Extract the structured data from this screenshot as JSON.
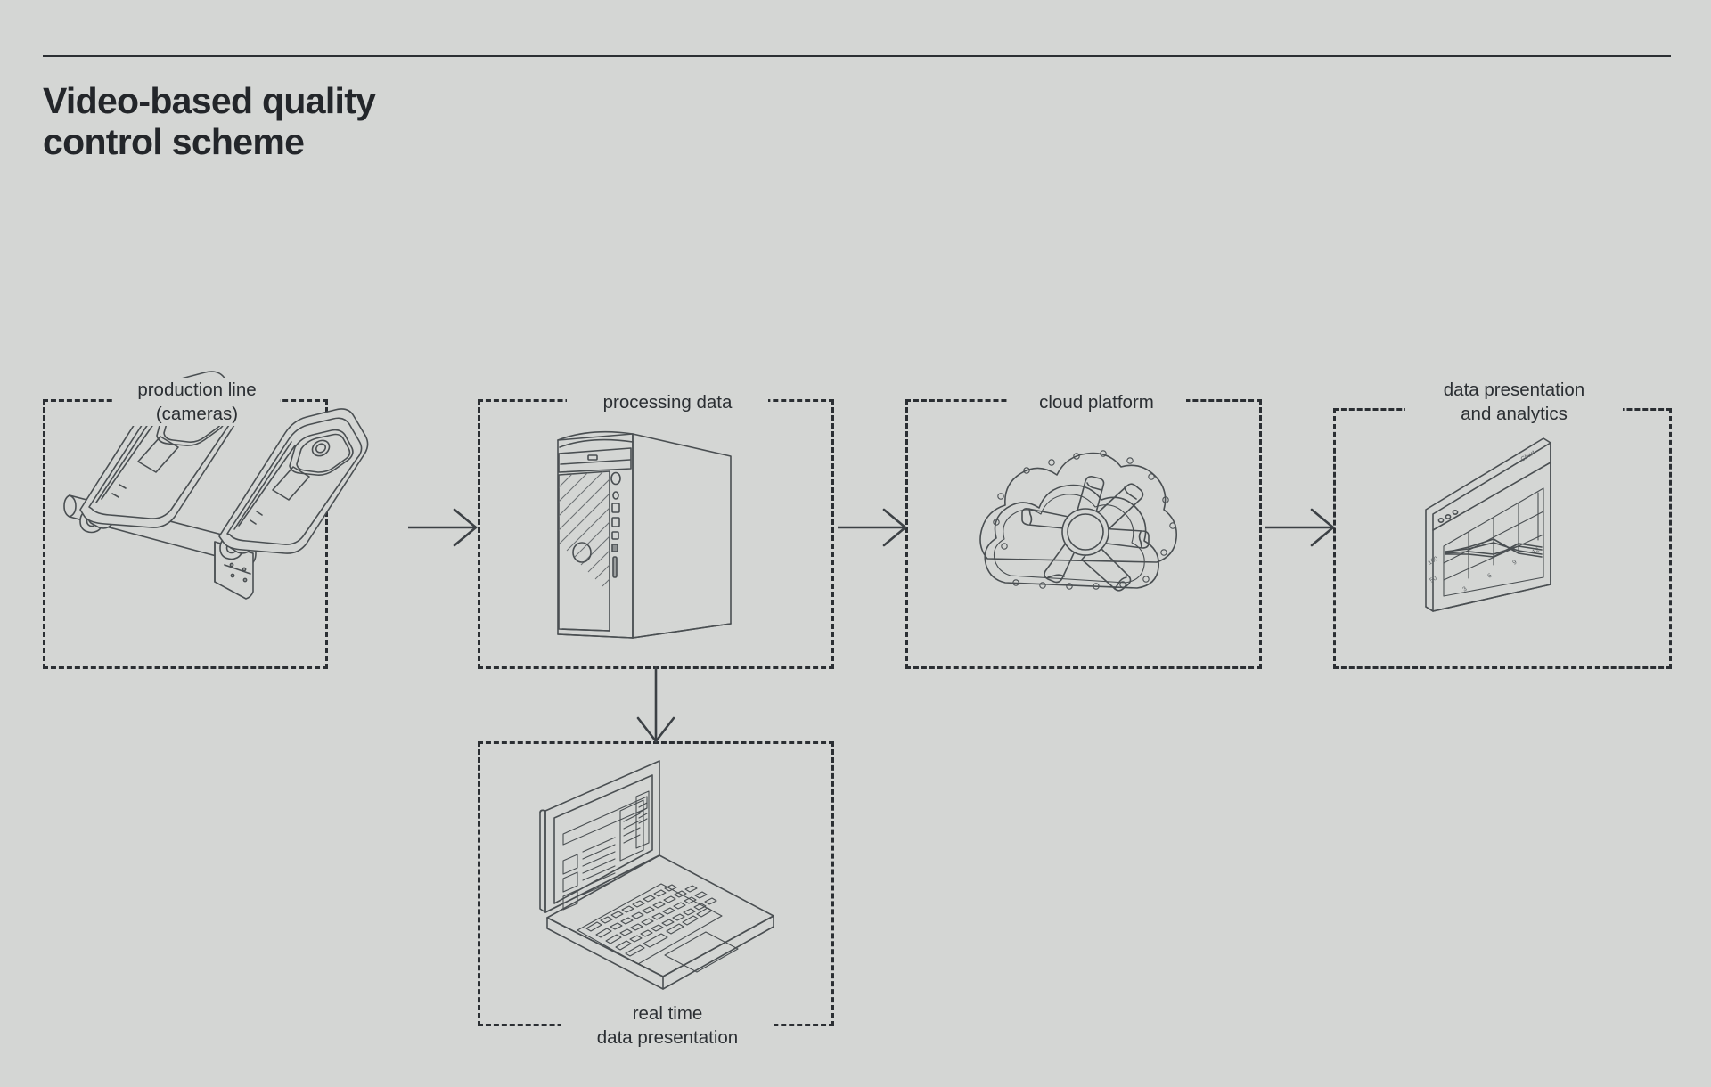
{
  "header": {
    "title_line1": "Video-based quality",
    "title_line2": "control scheme"
  },
  "colors": {
    "background": "#d4d6d4",
    "ink": "#2b2f33",
    "illustration_stroke": "#4a4f52"
  },
  "diagram": {
    "type": "flow-diagram",
    "stages": [
      {
        "id": "production-line",
        "label_line1": "production line",
        "label_line2": "(cameras)",
        "icon": "security-cameras-icon"
      },
      {
        "id": "processing-data",
        "label_line1": "processing data",
        "label_line2": "",
        "icon": "desktop-tower-icon"
      },
      {
        "id": "cloud-platform",
        "label_line1": "cloud platform",
        "label_line2": "",
        "icon": "cloud-vault-icon"
      },
      {
        "id": "data-presentation-analytics",
        "label_line1": "data presentation",
        "label_line2": "and analytics",
        "icon": "analytics-screen-icon"
      },
      {
        "id": "real-time-data-presentation",
        "label_line1": "real time",
        "label_line2": "data presentation",
        "icon": "laptop-dashboard-icon"
      }
    ],
    "connectors": [
      {
        "id": "arrow-1",
        "from": "production-line",
        "to": "processing-data",
        "direction": "right"
      },
      {
        "id": "arrow-2",
        "from": "processing-data",
        "to": "cloud-platform",
        "direction": "right"
      },
      {
        "id": "arrow-3",
        "from": "cloud-platform",
        "to": "data-presentation-analytics",
        "direction": "right"
      },
      {
        "id": "arrow-4",
        "from": "processing-data",
        "to": "real-time-data-presentation",
        "direction": "down"
      }
    ]
  },
  "analytics_screen": {
    "window_title": "Chart",
    "y_ticks": [
      "100",
      "50"
    ],
    "x_ticks": [
      "3",
      "6",
      "9",
      "12"
    ]
  }
}
